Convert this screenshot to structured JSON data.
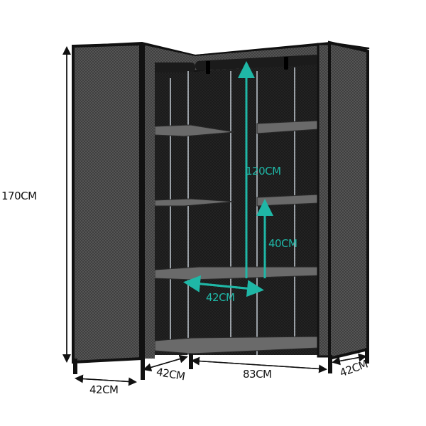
{
  "product": {
    "type": "corner-wardrobe",
    "colors": {
      "fabric": "#4a4a4a",
      "interior": "#1e1e1e",
      "frame": "#111111",
      "shelf": "#6a6a6a",
      "accent": "#1fb7a6"
    }
  },
  "dimensions": {
    "height": "170CM",
    "left_width": "42CM",
    "left_depth": "42CM",
    "front_width": "83CM",
    "right_depth": "42CM",
    "inner_height": "120CM",
    "shelf_gap": "40CM",
    "shelf_width": "42CM"
  }
}
